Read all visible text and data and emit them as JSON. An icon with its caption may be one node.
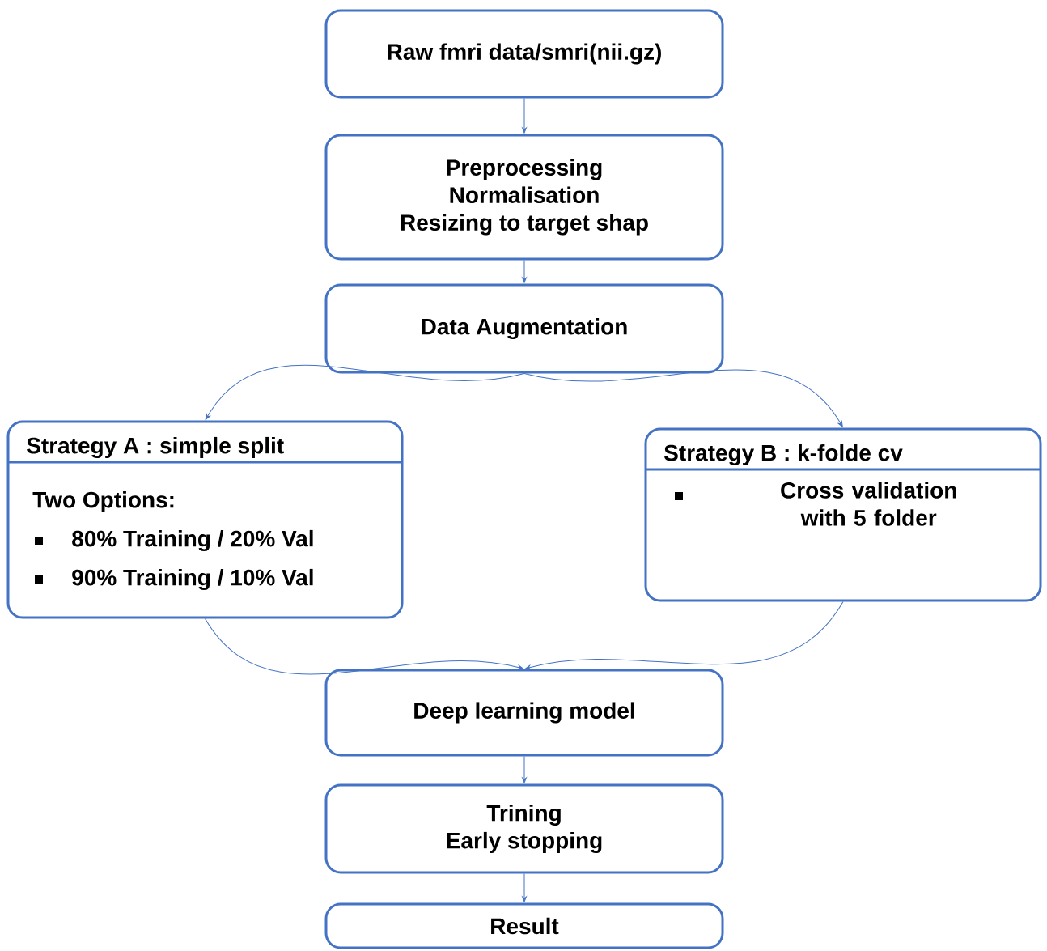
{
  "diagram": {
    "nodes": [
      {
        "text": [
          "Raw fmri data/smri(nii.gz)"
        ]
      },
      {
        "text": [
          "Preprocessing",
          "Normalisation",
          "Resizing to target shap"
        ]
      },
      {
        "text": [
          "Data Augmentation"
        ]
      },
      {
        "text": [
          "Strategy A : simple split",
          "Two Options:",
          "80% Training / 20% Val",
          "90% Training / 10% Val"
        ]
      },
      {
        "text": [
          "Strategy B : k-folde cv",
          "Cross validation with 5 folder"
        ]
      },
      {
        "text": [
          "Deep learning model"
        ]
      },
      {
        "text": [
          "Trining",
          "Early stopping"
        ]
      },
      {
        "text": [
          "Result"
        ]
      }
    ],
    "edges": [
      {
        "from": 0,
        "to": 1,
        "arrow": "to"
      },
      {
        "from": 1,
        "to": 2,
        "arrow": "to"
      },
      {
        "from": 2,
        "to": 3,
        "arrow": "to"
      },
      {
        "from": 2,
        "to": 4,
        "arrow": "to"
      },
      {
        "from": 3,
        "to": 5,
        "arrow": "to"
      },
      {
        "from": 4,
        "to": 5,
        "arrow": "to"
      },
      {
        "from": 5,
        "to": 6,
        "arrow": "to"
      },
      {
        "from": 6,
        "to": 7,
        "arrow": "to"
      }
    ]
  }
}
